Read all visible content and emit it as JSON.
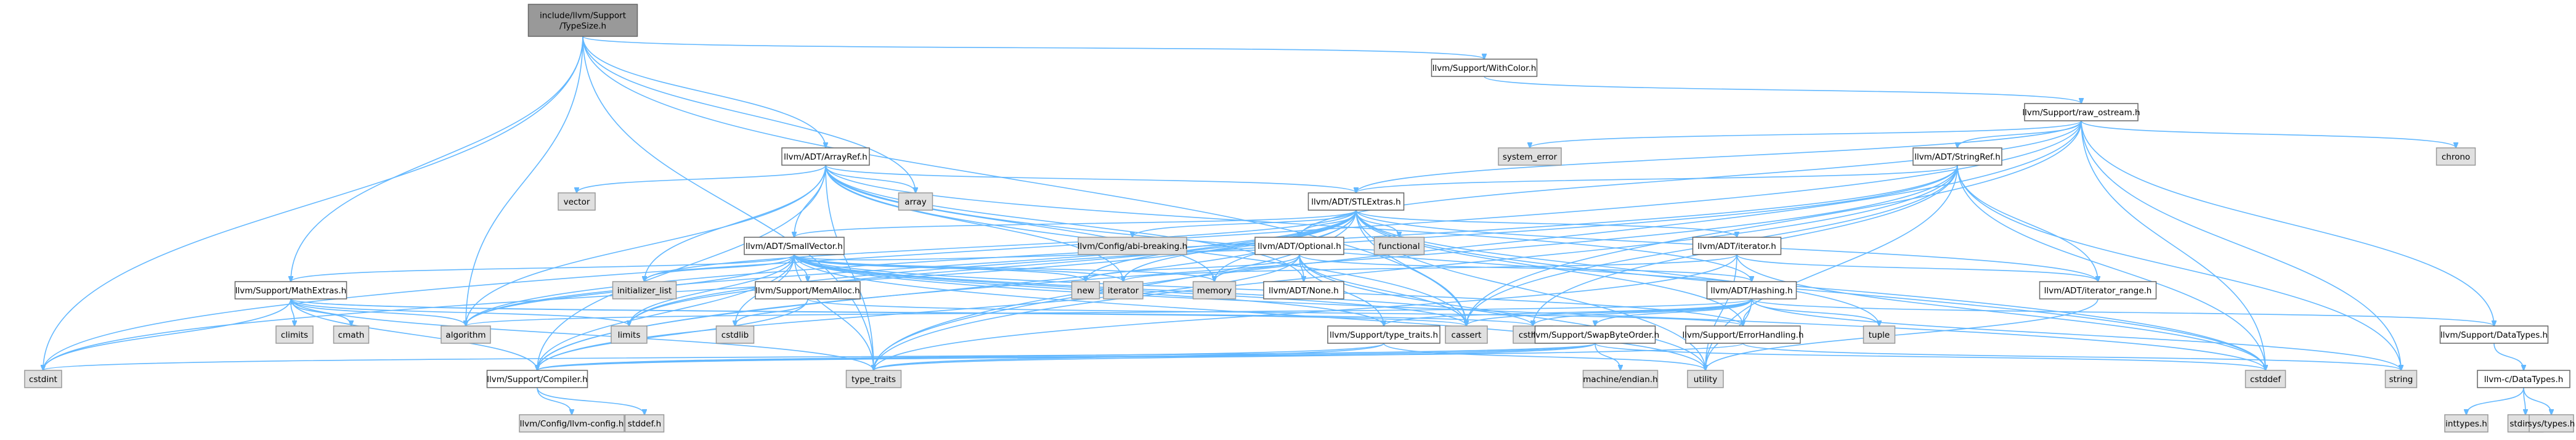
{
  "colors": {
    "edge": "#63b8ff",
    "node_fill": "#ffffff",
    "node_border": "#666666",
    "system_fill": "#e0e0e0",
    "system_border": "#999999",
    "root_fill": "#999999",
    "root_border": "#666666"
  },
  "nodes": [
    {
      "id": "root",
      "label": [
        "include/llvm/Support",
        "/TypeSize.h"
      ],
      "kind": "root"
    },
    {
      "id": "withcolor",
      "label": [
        "llvm/Support/WithColor.h"
      ],
      "kind": "node"
    },
    {
      "id": "raw_ostream",
      "label": [
        "llvm/Support/raw_ostream.h"
      ],
      "kind": "node"
    },
    {
      "id": "arrayref",
      "label": [
        "llvm/ADT/ArrayRef.h"
      ],
      "kind": "node"
    },
    {
      "id": "stringref",
      "label": [
        "llvm/ADT/StringRef.h"
      ],
      "kind": "node"
    },
    {
      "id": "system_error",
      "label": [
        "system_error"
      ],
      "kind": "system"
    },
    {
      "id": "chrono",
      "label": [
        "chrono"
      ],
      "kind": "system"
    },
    {
      "id": "vector",
      "label": [
        "vector"
      ],
      "kind": "system"
    },
    {
      "id": "array",
      "label": [
        "array"
      ],
      "kind": "system"
    },
    {
      "id": "stlextras",
      "label": [
        "llvm/ADT/STLExtras.h"
      ],
      "kind": "node"
    },
    {
      "id": "abi_breaking",
      "label": [
        "llvm/Config/abi-breaking.h"
      ],
      "kind": "system"
    },
    {
      "id": "functional",
      "label": [
        "functional"
      ],
      "kind": "system"
    },
    {
      "id": "smallvector",
      "label": [
        "llvm/ADT/SmallVector.h"
      ],
      "kind": "node"
    },
    {
      "id": "optional",
      "label": [
        "llvm/ADT/Optional.h"
      ],
      "kind": "node"
    },
    {
      "id": "iterator_h",
      "label": [
        "llvm/ADT/iterator.h"
      ],
      "kind": "node"
    },
    {
      "id": "initializer_list",
      "label": [
        "initializer_list"
      ],
      "kind": "system"
    },
    {
      "id": "new",
      "label": [
        "new"
      ],
      "kind": "system"
    },
    {
      "id": "iterator",
      "label": [
        "iterator"
      ],
      "kind": "system"
    },
    {
      "id": "memory",
      "label": [
        "memory"
      ],
      "kind": "system"
    },
    {
      "id": "none_h",
      "label": [
        "llvm/ADT/None.h"
      ],
      "kind": "node"
    },
    {
      "id": "hashing",
      "label": [
        "llvm/ADT/Hashing.h"
      ],
      "kind": "node"
    },
    {
      "id": "iterator_range",
      "label": [
        "llvm/ADT/iterator_range.h"
      ],
      "kind": "node"
    },
    {
      "id": "mathextras",
      "label": [
        "llvm/Support/MathExtras.h"
      ],
      "kind": "node"
    },
    {
      "id": "memalloc",
      "label": [
        "llvm/Support/MemAlloc.h"
      ],
      "kind": "node"
    },
    {
      "id": "climits",
      "label": [
        "climits"
      ],
      "kind": "system"
    },
    {
      "id": "cmath",
      "label": [
        "cmath"
      ],
      "kind": "system"
    },
    {
      "id": "algorithm",
      "label": [
        "algorithm"
      ],
      "kind": "system"
    },
    {
      "id": "limits",
      "label": [
        "limits"
      ],
      "kind": "system"
    },
    {
      "id": "cstdlib",
      "label": [
        "cstdlib"
      ],
      "kind": "system"
    },
    {
      "id": "cassert",
      "label": [
        "cassert"
      ],
      "kind": "system"
    },
    {
      "id": "cstring",
      "label": [
        "cstring"
      ],
      "kind": "system"
    },
    {
      "id": "type_traits_h",
      "label": [
        "llvm/Support/type_traits.h"
      ],
      "kind": "node"
    },
    {
      "id": "swapbyteorder",
      "label": [
        "llvm/Support/SwapByteOrder.h"
      ],
      "kind": "node"
    },
    {
      "id": "errorhandling",
      "label": [
        "llvm/Support/ErrorHandling.h"
      ],
      "kind": "node"
    },
    {
      "id": "tuple",
      "label": [
        "tuple"
      ],
      "kind": "system"
    },
    {
      "id": "datatypes_h",
      "label": [
        "llvm/Support/DataTypes.h"
      ],
      "kind": "node"
    },
    {
      "id": "cstdint",
      "label": [
        "cstdint"
      ],
      "kind": "system"
    },
    {
      "id": "compiler",
      "label": [
        "llvm/Support/Compiler.h"
      ],
      "kind": "node"
    },
    {
      "id": "type_traits",
      "label": [
        "type_traits"
      ],
      "kind": "system"
    },
    {
      "id": "machine_endian",
      "label": [
        "machine/endian.h"
      ],
      "kind": "system"
    },
    {
      "id": "utility",
      "label": [
        "utility"
      ],
      "kind": "system"
    },
    {
      "id": "cstddef",
      "label": [
        "cstddef"
      ],
      "kind": "system"
    },
    {
      "id": "string",
      "label": [
        "string"
      ],
      "kind": "system"
    },
    {
      "id": "llvmc_datatypes",
      "label": [
        "llvm-c/DataTypes.h"
      ],
      "kind": "node"
    },
    {
      "id": "llvm_config",
      "label": [
        "llvm/Config/llvm-config.h"
      ],
      "kind": "system"
    },
    {
      "id": "stddef",
      "label": [
        "stddef.h"
      ],
      "kind": "system"
    },
    {
      "id": "inttypes",
      "label": [
        "inttypes.h"
      ],
      "kind": "system"
    },
    {
      "id": "stdint",
      "label": [
        "stdint.h"
      ],
      "kind": "system"
    },
    {
      "id": "sys_types",
      "label": [
        "sys/types.h"
      ],
      "kind": "system"
    }
  ],
  "edges": [
    [
      "root",
      "withcolor"
    ],
    [
      "root",
      "arrayref"
    ],
    [
      "root",
      "mathextras"
    ],
    [
      "root",
      "algorithm"
    ],
    [
      "root",
      "array"
    ],
    [
      "root",
      "cassert"
    ],
    [
      "root",
      "cstdint"
    ],
    [
      "root",
      "type_traits"
    ],
    [
      "withcolor",
      "raw_ostream"
    ],
    [
      "raw_ostream",
      "stringref"
    ],
    [
      "raw_ostream",
      "system_error"
    ],
    [
      "raw_ostream",
      "chrono"
    ],
    [
      "raw_ostream",
      "datatypes_h"
    ],
    [
      "raw_ostream",
      "cassert"
    ],
    [
      "raw_ostream",
      "cstddef"
    ],
    [
      "raw_ostream",
      "cstdint"
    ],
    [
      "raw_ostream",
      "string"
    ],
    [
      "raw_ostream",
      "type_traits"
    ],
    [
      "raw_ostream",
      "stlextras"
    ],
    [
      "raw_ostream",
      "optional"
    ],
    [
      "arrayref",
      "hashing"
    ],
    [
      "arrayref",
      "none_h"
    ],
    [
      "arrayref",
      "smallvector"
    ],
    [
      "arrayref",
      "stlextras"
    ],
    [
      "arrayref",
      "compiler"
    ],
    [
      "arrayref",
      "algorithm"
    ],
    [
      "arrayref",
      "array"
    ],
    [
      "arrayref",
      "cassert"
    ],
    [
      "arrayref",
      "cstddef"
    ],
    [
      "arrayref",
      "initializer_list"
    ],
    [
      "arrayref",
      "iterator"
    ],
    [
      "arrayref",
      "memory"
    ],
    [
      "arrayref",
      "type_traits"
    ],
    [
      "arrayref",
      "vector"
    ],
    [
      "stringref",
      "stlextras"
    ],
    [
      "stringref",
      "iterator_range"
    ],
    [
      "stringref",
      "compiler"
    ],
    [
      "stringref",
      "algorithm"
    ],
    [
      "stringref",
      "cassert"
    ],
    [
      "stringref",
      "cstddef"
    ],
    [
      "stringref",
      "cstring"
    ],
    [
      "stringref",
      "limits"
    ],
    [
      "stringref",
      "string"
    ],
    [
      "stringref",
      "type_traits"
    ],
    [
      "stringref",
      "utility"
    ],
    [
      "stlextras",
      "optional"
    ],
    [
      "stlextras",
      "abi_breaking"
    ],
    [
      "stlextras",
      "functional"
    ],
    [
      "stlextras",
      "smallvector"
    ],
    [
      "stlextras",
      "iterator_h"
    ],
    [
      "stlextras",
      "iterator_range"
    ],
    [
      "stlextras",
      "initializer_list"
    ],
    [
      "stlextras",
      "new"
    ],
    [
      "stlextras",
      "iterator"
    ],
    [
      "stlextras",
      "memory"
    ],
    [
      "stlextras",
      "algorithm"
    ],
    [
      "stlextras",
      "cassert"
    ],
    [
      "stlextras",
      "cstddef"
    ],
    [
      "stlextras",
      "cstdint"
    ],
    [
      "stlextras",
      "limits"
    ],
    [
      "stlextras",
      "tuple"
    ],
    [
      "stlextras",
      "type_traits"
    ],
    [
      "stlextras",
      "utility"
    ],
    [
      "stlextras",
      "errorhandling"
    ],
    [
      "stlextras",
      "compiler"
    ],
    [
      "smallvector",
      "mathextras"
    ],
    [
      "smallvector",
      "memalloc"
    ],
    [
      "smallvector",
      "type_traits_h"
    ],
    [
      "smallvector",
      "compiler"
    ],
    [
      "smallvector",
      "algorithm"
    ],
    [
      "smallvector",
      "cassert"
    ],
    [
      "smallvector",
      "cstddef"
    ],
    [
      "smallvector",
      "cstdlib"
    ],
    [
      "smallvector",
      "cstring"
    ],
    [
      "smallvector",
      "functional"
    ],
    [
      "smallvector",
      "initializer_list"
    ],
    [
      "smallvector",
      "iterator"
    ],
    [
      "smallvector",
      "limits"
    ],
    [
      "smallvector",
      "memory"
    ],
    [
      "smallvector",
      "new"
    ],
    [
      "smallvector",
      "type_traits"
    ],
    [
      "smallvector",
      "utility"
    ],
    [
      "smallvector",
      "errorhandling"
    ],
    [
      "optional",
      "hashing"
    ],
    [
      "optional",
      "none_h"
    ],
    [
      "optional",
      "type_traits_h"
    ],
    [
      "optional",
      "compiler"
    ],
    [
      "optional",
      "cassert"
    ],
    [
      "optional",
      "memory"
    ],
    [
      "optional",
      "new"
    ],
    [
      "optional",
      "utility"
    ],
    [
      "iterator_h",
      "iterator_range"
    ],
    [
      "iterator_h",
      "cstddef"
    ],
    [
      "iterator_h",
      "iterator"
    ],
    [
      "iterator_h",
      "type_traits"
    ],
    [
      "iterator_h",
      "utility"
    ],
    [
      "hashing",
      "errorhandling"
    ],
    [
      "hashing",
      "swapbyteorder"
    ],
    [
      "hashing",
      "type_traits_h"
    ],
    [
      "hashing",
      "algorithm"
    ],
    [
      "hashing",
      "cassert"
    ],
    [
      "hashing",
      "cstring"
    ],
    [
      "hashing",
      "string"
    ],
    [
      "hashing",
      "tuple"
    ],
    [
      "hashing",
      "utility"
    ],
    [
      "hashing",
      "datatypes_h"
    ],
    [
      "iterator_range",
      "utility"
    ],
    [
      "mathextras",
      "compiler"
    ],
    [
      "mathextras",
      "cassert"
    ],
    [
      "mathextras",
      "climits"
    ],
    [
      "mathextras",
      "cmath"
    ],
    [
      "mathextras",
      "cstdint"
    ],
    [
      "mathextras",
      "cstring"
    ],
    [
      "mathextras",
      "limits"
    ],
    [
      "mathextras",
      "type_traits"
    ],
    [
      "mathextras",
      "algorithm"
    ],
    [
      "memalloc",
      "compiler"
    ],
    [
      "memalloc",
      "errorhandling"
    ],
    [
      "memalloc",
      "cstdlib"
    ],
    [
      "type_traits_h",
      "compiler"
    ],
    [
      "type_traits_h",
      "type_traits"
    ],
    [
      "type_traits_h",
      "utility"
    ],
    [
      "swapbyteorder",
      "compiler"
    ],
    [
      "swapbyteorder",
      "cstddef"
    ],
    [
      "swapbyteorder",
      "cstdint"
    ],
    [
      "swapbyteorder",
      "type_traits"
    ],
    [
      "swapbyteorder",
      "machine_endian"
    ],
    [
      "errorhandling",
      "compiler"
    ],
    [
      "errorhandling",
      "string"
    ],
    [
      "datatypes_h",
      "llvmc_datatypes"
    ],
    [
      "compiler",
      "llvm_config"
    ],
    [
      "compiler",
      "stddef"
    ],
    [
      "llvmc_datatypes",
      "inttypes"
    ],
    [
      "llvmc_datatypes",
      "stdint"
    ],
    [
      "llvmc_datatypes",
      "sys_types"
    ]
  ]
}
